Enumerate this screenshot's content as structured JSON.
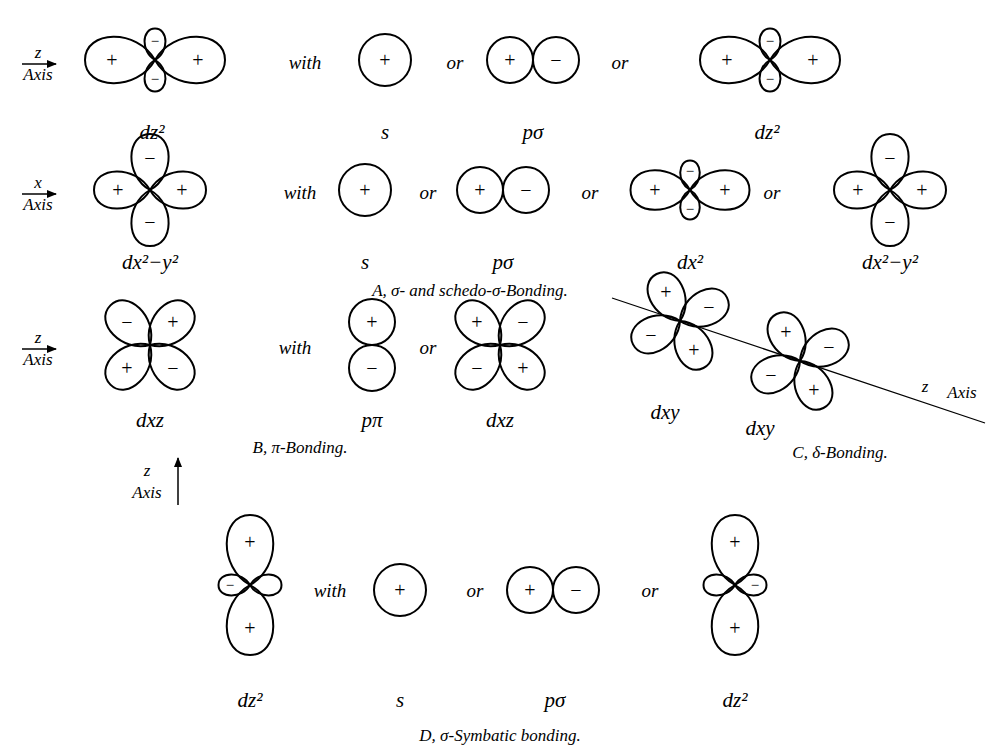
{
  "diagram": {
    "labels": [
      "z",
      "Axis",
      "−",
      "+",
      "+",
      "−",
      "dz²",
      "with",
      "+",
      "s",
      "or",
      "+",
      "−",
      "pσ",
      "or",
      "−",
      "+",
      "+",
      "−",
      "dz²",
      "x",
      "Axis",
      "−",
      "+",
      "+",
      "−",
      "dx²−y²",
      "with",
      "+",
      "s",
      "or",
      "+",
      "−",
      "pσ",
      "or",
      "−",
      "+",
      "+",
      "−",
      "dx²",
      "or",
      "−",
      "+",
      "+",
      "−",
      "dx²−y²",
      "A, σ- and schedo-σ-Bonding.",
      "z",
      "Axis",
      "−",
      "+",
      "+",
      "−",
      "dxz",
      "with",
      "+",
      "−",
      "pπ",
      "or",
      "+",
      "−",
      "−",
      "+",
      "dxz",
      "B, π-Bonding.",
      "+",
      "−",
      "−",
      "+",
      "+",
      "−",
      "−",
      "+",
      "dxy",
      "dxy",
      "z",
      "Axis",
      "C, δ-Bonding.",
      "z",
      "Axis",
      "+",
      "−",
      "+",
      "dz²",
      "with",
      "+",
      "s",
      "or",
      "+",
      "−",
      "pσ",
      "or",
      "+",
      "−",
      "+",
      "dz²",
      "D, σ-Symbatic bonding."
    ]
  }
}
